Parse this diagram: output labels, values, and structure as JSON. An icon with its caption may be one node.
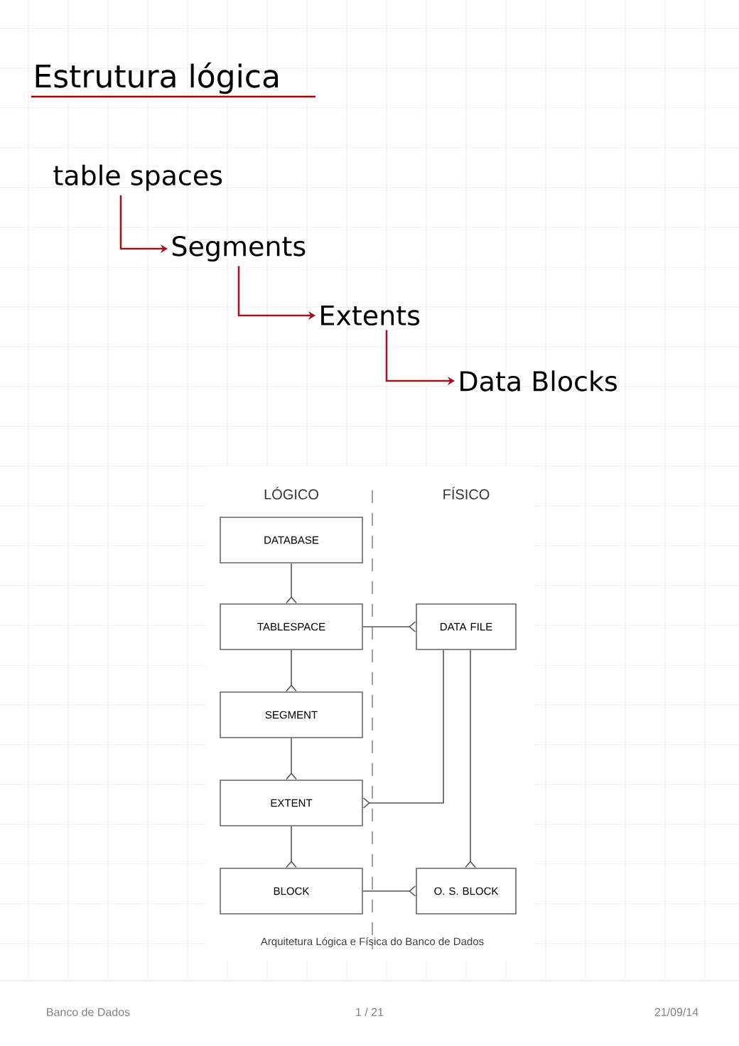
{
  "diagram": {
    "title": "Estrutura lógica",
    "caption": "Arquitetura Lógica e Física do Banco de Dados",
    "nodes": [
      {
        "text": [
          "table spaces"
        ]
      },
      {
        "text": [
          "Segments"
        ]
      },
      {
        "text": [
          "Extents"
        ]
      },
      {
        "text": [
          "Data Blocks"
        ]
      },
      {
        "text": [
          "DATABASE"
        ]
      },
      {
        "text": [
          "TABLESPACE"
        ]
      },
      {
        "text": [
          "SEGMENT"
        ]
      },
      {
        "text": [
          "EXTENT"
        ]
      },
      {
        "text": [
          "BLOCK"
        ]
      },
      {
        "text": [
          "DATA FILE"
        ]
      },
      {
        "text": [
          "O. S. BLOCK"
        ]
      }
    ],
    "edges": [
      {
        "from": 0,
        "to": 1,
        "arrow": "to",
        "color": "#a3151b"
      },
      {
        "from": 1,
        "to": 2,
        "arrow": "to",
        "color": "#a3151b"
      },
      {
        "from": 2,
        "to": 3,
        "arrow": "to",
        "color": "#a3151b"
      },
      {
        "from": 4,
        "to": 5,
        "arrow": "other"
      },
      {
        "from": 5,
        "to": 6,
        "arrow": "other"
      },
      {
        "from": 6,
        "to": 7,
        "arrow": "other"
      },
      {
        "from": 7,
        "to": 8,
        "arrow": "other"
      },
      {
        "from": 5,
        "to": 9,
        "arrow": "other"
      },
      {
        "from": 9,
        "to": 7,
        "arrow": "other"
      },
      {
        "from": 9,
        "to": 10,
        "arrow": "other"
      },
      {
        "from": 8,
        "to": 10,
        "arrow": "other"
      }
    ],
    "labels": [
      "LÓGICO",
      "FÍSICO",
      "Banco de Dados",
      "1 / 21",
      "21/09/14"
    ]
  }
}
